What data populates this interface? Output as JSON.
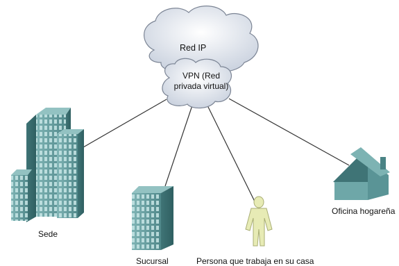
{
  "network": {
    "cloud_label": "Red IP",
    "vpn_label": "VPN (Red privada virtual)"
  },
  "nodes": {
    "sede": "Sede",
    "sucursal": "Sucursal",
    "persona": "Persona que trabaja en su casa",
    "oficina": "Oficina hogareña"
  },
  "colors": {
    "cloud_fill": "#dde3ec",
    "building": "#5f9a9c",
    "house": "#5a9496",
    "person": "#e7ebb5",
    "link": "#333333"
  }
}
